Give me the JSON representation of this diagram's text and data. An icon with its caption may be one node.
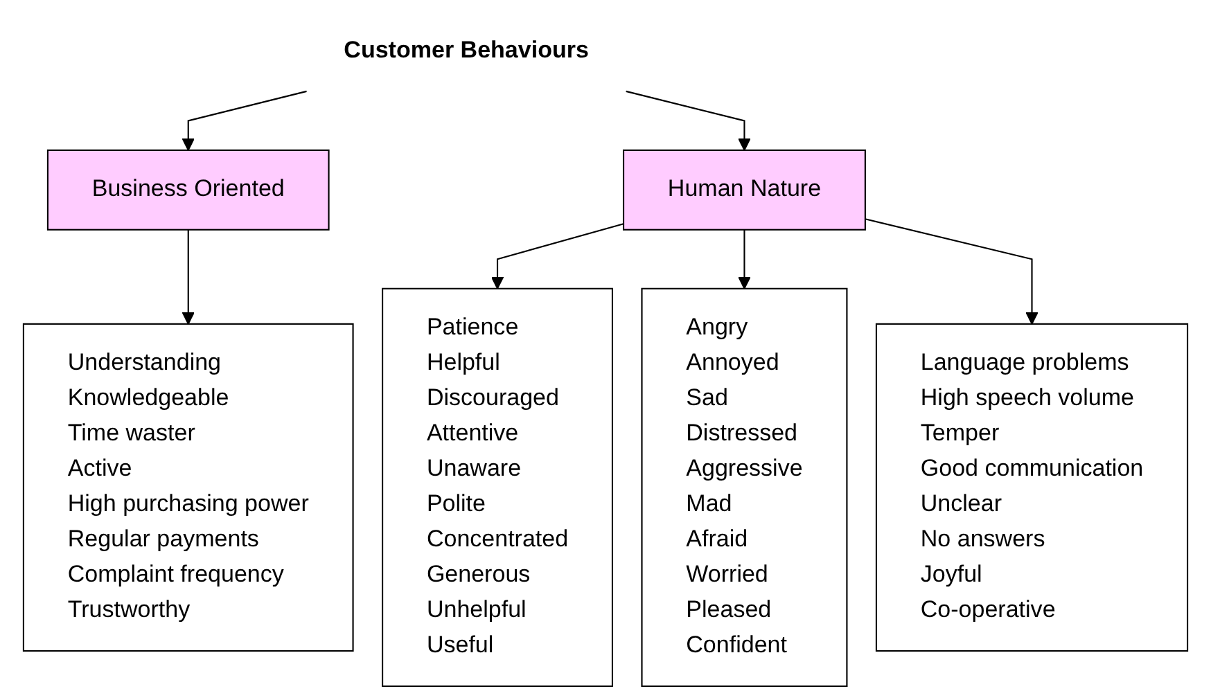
{
  "diagram": {
    "nodes": [
      {
        "text": [
          "Customer Behaviours"
        ]
      },
      {
        "text": [
          "Business Oriented"
        ]
      },
      {
        "text": [
          "Human Nature"
        ]
      },
      {
        "text": [
          "Understanding",
          "Knowledgeable",
          "Time waster",
          "Active",
          "High purchasing power",
          "Regular payments",
          "Complaint frequency",
          "Trustworthy"
        ]
      },
      {
        "text": [
          "Patience",
          "Helpful",
          "Discouraged",
          "Attentive",
          "Unaware",
          "Polite",
          "Concentrated",
          "Generous",
          "Unhelpful",
          "Useful"
        ]
      },
      {
        "text": [
          "Angry",
          "Annoyed",
          "Sad",
          "Distressed",
          "Aggressive",
          "Mad",
          "Afraid",
          "Worried",
          "Pleased",
          "Confident"
        ]
      },
      {
        "text": [
          "Language problems",
          "High speech volume",
          "Temper",
          "Good communication",
          "Unclear",
          "No answers",
          "Joyful",
          "Co-operative"
        ]
      }
    ],
    "edges": [
      {
        "from": 0,
        "to": 1,
        "arrow": "to"
      },
      {
        "from": 0,
        "to": 2,
        "arrow": "to"
      },
      {
        "from": 1,
        "to": 3,
        "arrow": "to"
      },
      {
        "from": 2,
        "to": 4,
        "arrow": "to"
      },
      {
        "from": 2,
        "to": 5,
        "arrow": "to"
      },
      {
        "from": 2,
        "to": 6,
        "arrow": "to"
      }
    ]
  }
}
